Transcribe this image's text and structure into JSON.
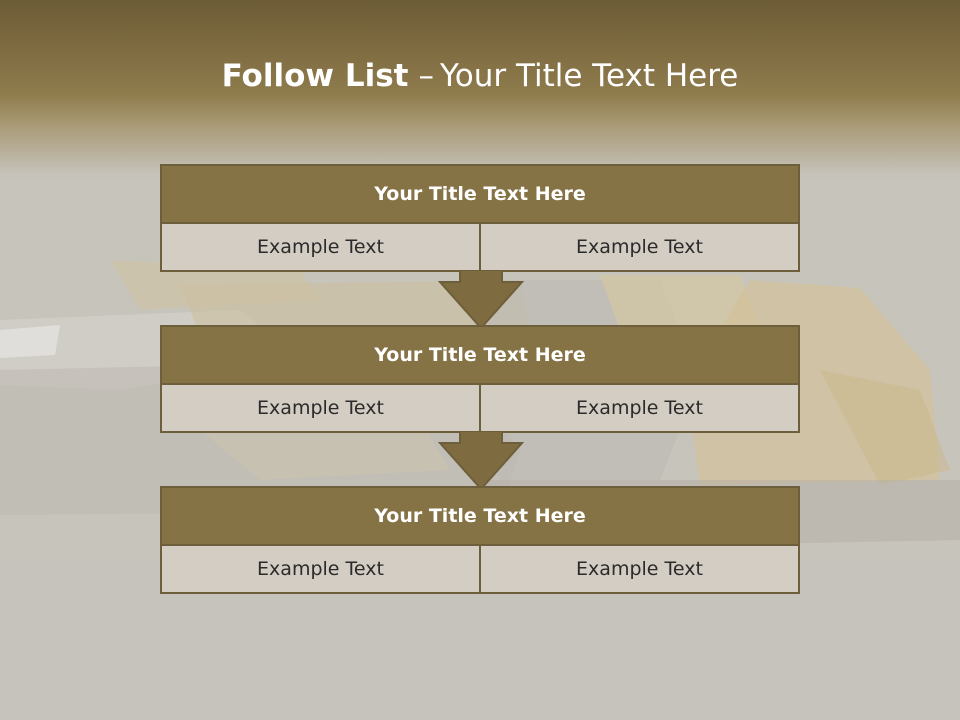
{
  "slide": {
    "title_strong": "Follow List",
    "title_separator": "–",
    "title_rest": "Your Title Text Here"
  },
  "steps": [
    {
      "title": "Your Title Text Here",
      "left": "Example Text",
      "right": "Example Text"
    },
    {
      "title": "Your Title Text Here",
      "left": "Example Text",
      "right": "Example Text"
    },
    {
      "title": "Your Title Text Here",
      "left": "Example Text",
      "right": "Example Text"
    }
  ],
  "colors": {
    "header_fill": "#857245",
    "border": "#6e5f3c",
    "cell_fill": "#d3cdc3",
    "arrow_fill": "#7e6b40"
  },
  "icons": [
    "down-arrow-icon"
  ]
}
